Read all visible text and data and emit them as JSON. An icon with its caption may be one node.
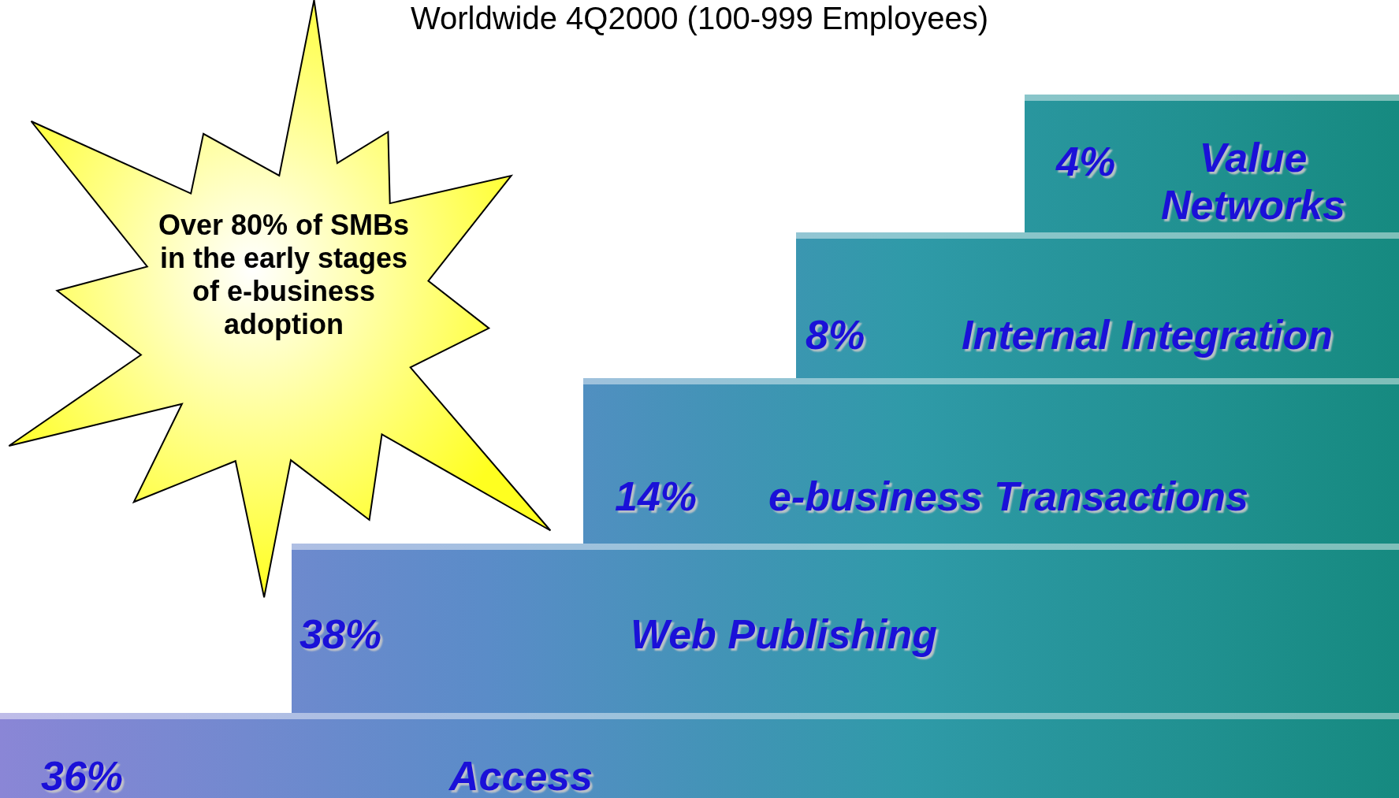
{
  "diagram": {
    "title": "Worldwide 4Q2000 (100-999 Employees)",
    "nodes": [
      {
        "text": [
          "Over 80% of SMBs in the early stages of e-business adoption"
        ]
      },
      {
        "text": [
          "4%",
          "Value Networks"
        ]
      },
      {
        "text": [
          "8%",
          "Internal Integration"
        ]
      },
      {
        "text": [
          "14%",
          "e-business Transactions"
        ]
      },
      {
        "text": [
          "38%",
          "Web Publishing"
        ]
      },
      {
        "text": [
          "36%",
          "Access"
        ]
      }
    ]
  }
}
